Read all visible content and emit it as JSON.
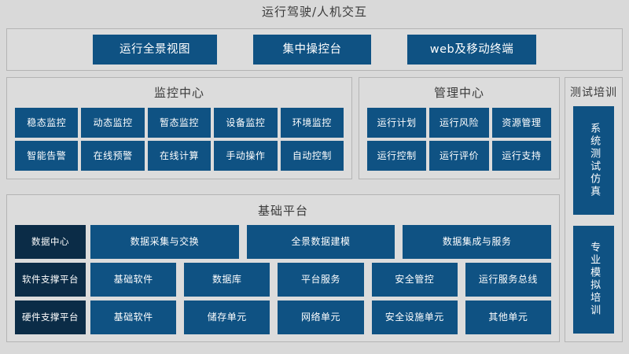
{
  "page": {
    "title": "运行驾驶/人机交互",
    "accent_blue": "#0f5283",
    "accent_navy": "#0b2c47",
    "background": "#d9d9d9",
    "panel_background": "#dcdcdc",
    "panel_border": "#b4b4b4",
    "text_light": "#ffffff",
    "text_dark": "#3a3a3a"
  },
  "top_row": {
    "items": [
      {
        "label": "运行全景视图"
      },
      {
        "label": "集中操控台"
      },
      {
        "label": "web及移动终端"
      }
    ]
  },
  "monitor_center": {
    "title": "监控中心",
    "rows": [
      [
        "稳态监控",
        "动态监控",
        "暂态监控",
        "设备监控",
        "环境监控"
      ],
      [
        "智能告警",
        "在线预警",
        "在线计算",
        "手动操作",
        "自动控制"
      ]
    ]
  },
  "manage_center": {
    "title": "管理中心",
    "rows": [
      [
        "运行计划",
        "运行风险",
        "资源管理"
      ],
      [
        "运行控制",
        "运行评价",
        "运行支持"
      ]
    ]
  },
  "training": {
    "title": "测试培训",
    "items": [
      {
        "label": "系统测试仿真"
      },
      {
        "label": "专业模拟培训"
      }
    ]
  },
  "base_platform": {
    "title": "基础平台",
    "rows": [
      {
        "label": "数据中心",
        "items": [
          "数据采集与交换",
          "全景数据建模",
          "数据集成与服务"
        ]
      },
      {
        "label": "软件支撑平台",
        "items": [
          "基础软件",
          "数据库",
          "平台服务",
          "安全管控",
          "运行服务总线"
        ]
      },
      {
        "label": "硬件支撑平台",
        "items": [
          "基础软件",
          "储存单元",
          "网络单元",
          "安全设施单元",
          "其他单元"
        ]
      }
    ]
  }
}
